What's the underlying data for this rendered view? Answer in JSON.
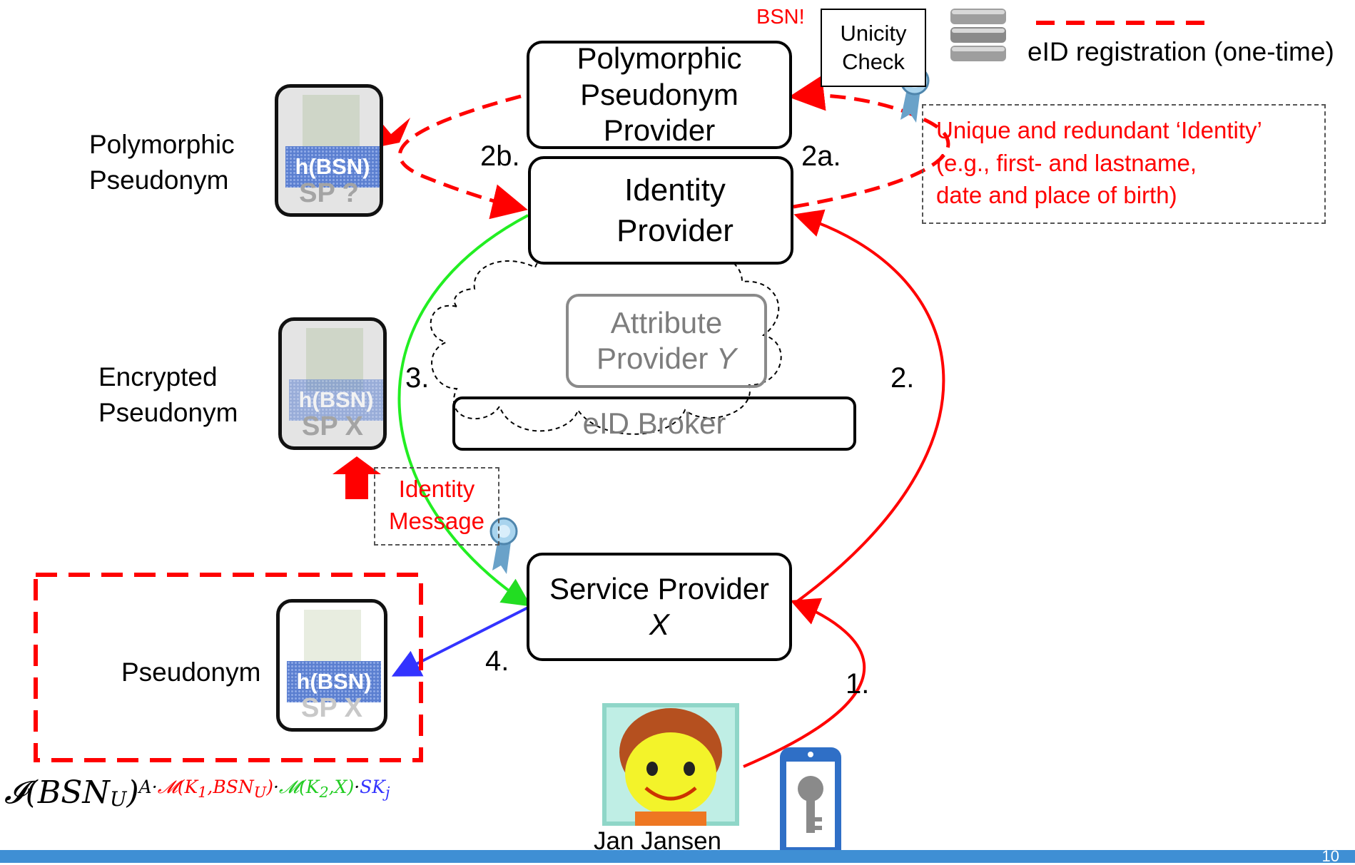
{
  "boxes": {
    "ppp": [
      "Polymorphic",
      "Pseudonym",
      "Provider"
    ],
    "idp": [
      "Identity",
      "Provider"
    ],
    "attr": [
      "Attribute",
      "Provider ",
      "Y"
    ],
    "broker": "eID Broker",
    "sp": [
      "Service Provider",
      "X"
    ],
    "unicity": [
      "Unicity",
      "Check"
    ]
  },
  "labels": {
    "bsn": "BSN!",
    "legend": "eID registration (one-time)",
    "polymorphic": [
      "Polymorphic",
      "Pseudonym"
    ],
    "encrypted": [
      "Encrypted",
      "Pseudonym"
    ],
    "pseudonym": "Pseudonym",
    "identity_note": [
      "Unique and redundant ‘Identity’",
      "(e.g., first- and lastname,",
      "date and place of birth)"
    ],
    "identity_message": [
      "Identity",
      "Message"
    ],
    "user": "Jan Jansen",
    "page_number": "10"
  },
  "cards": {
    "polymorphic": {
      "hash": "h(BSN)",
      "sp": "SP ?"
    },
    "encrypted": {
      "hash": "h(BSN)",
      "sp": "SP X"
    },
    "pseudonym": {
      "hash": "h(BSN)",
      "sp": "SP X"
    }
  },
  "steps": {
    "s1": "1.",
    "s2": "2.",
    "s2a": "2a.",
    "s2b": "2b.",
    "s3": "3.",
    "s4": "4."
  },
  "formula": {
    "base": "𝓘(BSN",
    "base_sub": "U",
    "close": ")",
    "exp_a": "A·",
    "exp_m1": "𝓜(K",
    "exp_m1_sub1": "1",
    "exp_m1_rest": ",BSN",
    "exp_m1_sub2": "U",
    "exp_m1_close": ")",
    "exp_dot": "·",
    "exp_m2": "𝓜(K",
    "exp_m2_sub": "2",
    "exp_m2_rest": ",X)",
    "exp_dot2": "·",
    "exp_sk": "SK",
    "exp_sk_sub": "j"
  },
  "colors": {
    "flow_red": "#ff0000",
    "flow_green": "#22ee22",
    "flow_blue": "#3333ff",
    "footer": "#3f8fd4"
  }
}
